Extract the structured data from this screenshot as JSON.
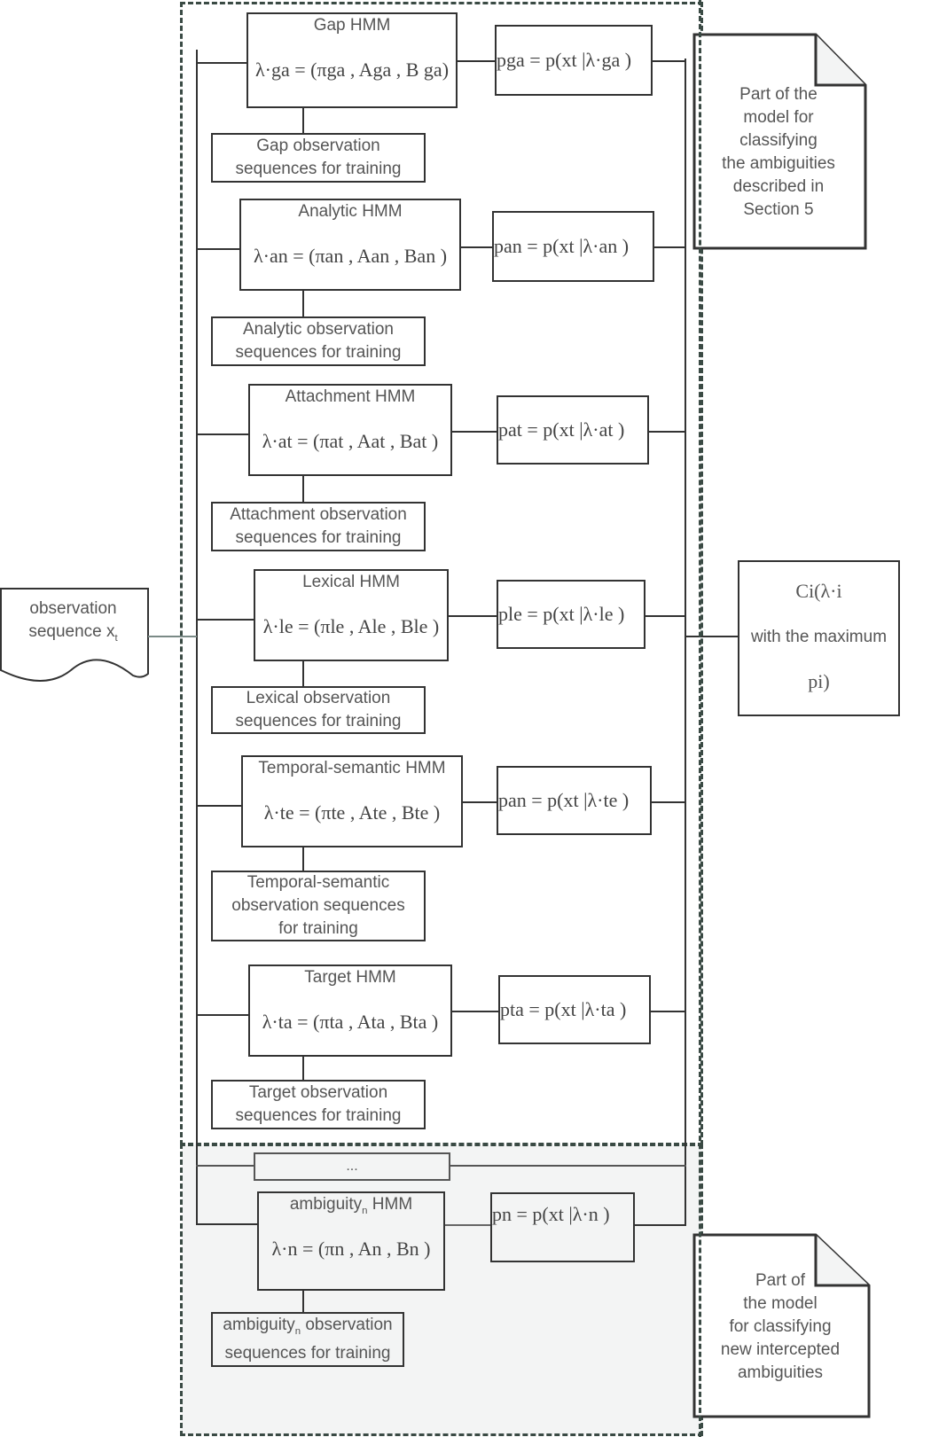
{
  "input": {
    "label_line1": "observation",
    "label_line2": "sequence x",
    "label_sub": "t"
  },
  "models": [
    {
      "title": "Gap HMM",
      "formula": "λ·ga = (πga , Aga , B ga)",
      "output": "pga = p(xt |λ·ga )",
      "training_line1": "Gap observation",
      "training_line2": "sequences for training",
      "training_line3": ""
    },
    {
      "title": "Analytic HMM",
      "formula": "λ·an = (πan , Aan , Ban )",
      "output": "pan = p(xt |λ·an )",
      "training_line1": "Analytic observation",
      "training_line2": "sequences for training",
      "training_line3": ""
    },
    {
      "title": "Attachment HMM",
      "formula": "λ·at = (πat , Aat , Bat )",
      "output": "pat = p(xt |λ·at )",
      "training_line1": "Attachment observation",
      "training_line2": "sequences for training",
      "training_line3": ""
    },
    {
      "title": "Lexical HMM",
      "formula": "λ·le = (πle , Ale , Ble )",
      "output": "ple = p(xt |λ·le )",
      "training_line1": "Lexical observation",
      "training_line2": "sequences for training",
      "training_line3": ""
    },
    {
      "title": "Temporal-semantic HMM",
      "formula": "λ·te = (πte , Ate , Bte )",
      "output": "pan = p(xt |λ·te )",
      "training_line1": "Temporal-semantic",
      "training_line2": "observation sequences",
      "training_line3": "for training"
    },
    {
      "title": "Target HMM",
      "formula": "λ·ta = (πta , Ata , Bta )",
      "output": "pta = p(xt |λ·ta )",
      "training_line1": "Target observation",
      "training_line2": "sequences for training",
      "training_line3": ""
    }
  ],
  "ellipsis": "...",
  "new_model": {
    "title_prefix": "ambiguity",
    "title_sub": "n",
    "title_suffix": " HMM",
    "formula": "λ·n = (πn , An , Bn )",
    "output": "pn = p(xt |λ·n )",
    "training_prefix": "ambiguity",
    "training_sub": "n",
    "training_suffix": " observation",
    "training_line2": "sequences for training"
  },
  "result": {
    "line1": "Ci(λ·i",
    "line2": "with the maximum",
    "line3": "pi)"
  },
  "notes": {
    "existing": [
      "Part of the",
      "model for",
      "classifying",
      "the ambiguities",
      "described in",
      "Section 5"
    ],
    "new": [
      "Part of",
      "the model",
      "for classifying",
      "new intercepted",
      "ambiguities"
    ]
  }
}
